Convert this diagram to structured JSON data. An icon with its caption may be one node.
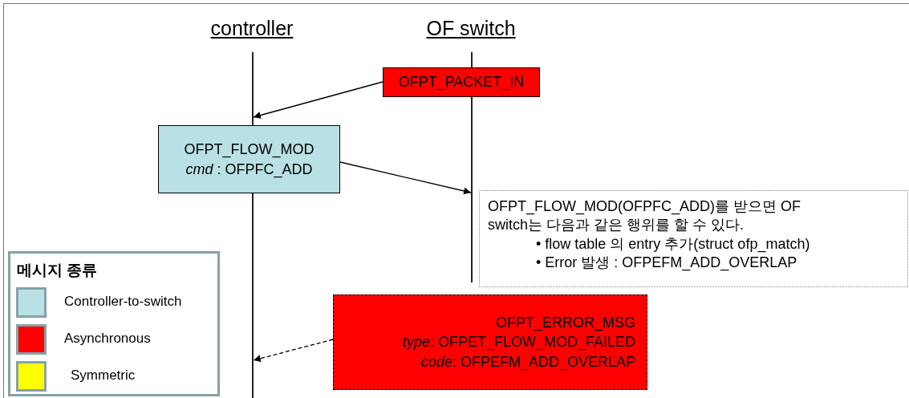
{
  "diagram": {
    "nodes": [
      {
        "text": [
          "controller"
        ]
      },
      {
        "text": [
          "OF switch"
        ]
      },
      {
        "text": [],
        "shape": "bar"
      },
      {
        "text": [],
        "shape": "bar"
      },
      {
        "text": [
          "OFPT_PACKET_IN"
        ]
      },
      {
        "text": [
          "OFPT_FLOW_MOD",
          "*cmd* : OFPFC_ADD"
        ]
      },
      {
        "text": [
          "OFPT_FLOW_MOD(OFPFC_ADD)를 받으면 OF switch는 다음과 같은 행위를 할 수 있다.",
          "• flow table 의 entry 추가(struct ofp_match)",
          "• Error 발생 : OFPEFM_ADD_OVERLAP"
        ]
      },
      {
        "text": [
          "OFPT_ERROR_MSG",
          "*type*: OFPET_FLOW_MOD_FAILED",
          "*code*: OFPEFM_ADD_OVERLAP"
        ]
      }
    ],
    "edges": [
      {
        "from": 4,
        "to": 2,
        "arrow": "to"
      },
      {
        "from": 5,
        "to": 3,
        "arrow": "to"
      },
      {
        "from": 7,
        "to": 2,
        "arrow": "to",
        "style": "dashed"
      }
    ],
    "labels": [
      "메시지 종류"
    ],
    "legend": [
      {
        "text": "Controller-to-switch",
        "color": "#b9e0e4"
      },
      {
        "text": "Asynchronous",
        "color": "#ff0000"
      },
      {
        "text": "Symmetric",
        "color": "#ffff00"
      }
    ]
  }
}
